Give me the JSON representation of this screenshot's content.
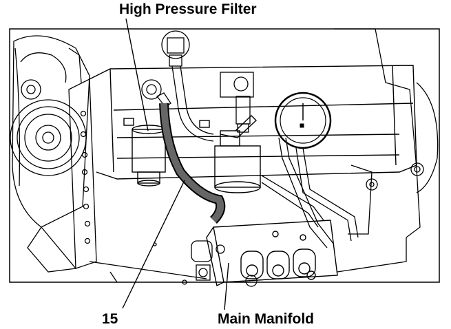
{
  "labels": {
    "high_pressure_filter": "High Pressure Filter",
    "callout_number": "15",
    "main_manifold": "Main Manifold"
  },
  "colors": {
    "line": "#000000",
    "background": "#ffffff",
    "hose": "#555555"
  }
}
